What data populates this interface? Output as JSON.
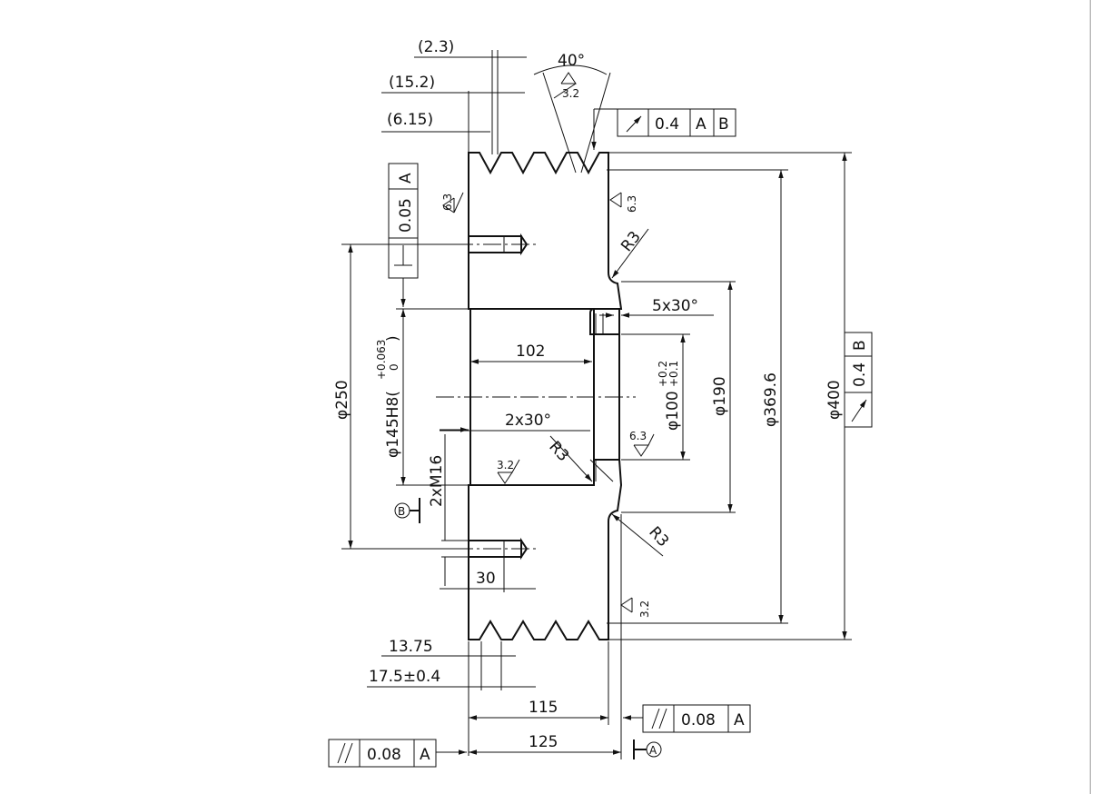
{
  "dimensions": {
    "d_2_3": "(2.3)",
    "d_15_2": "(15.2)",
    "d_6_15": "(6.15)",
    "angle_40": "40°",
    "dia_250": "φ250",
    "dia_145": "φ145H8(",
    "dia_145_tol_up": "+0.063",
    "dia_145_tol_low": "0",
    "dia_145_close": ")",
    "len_102": "102",
    "chamfer_2x30": "2x30°",
    "chamfer_5x30": "5x30°",
    "dia_100": "φ100",
    "dia_100_tol_up": "+0.2",
    "dia_100_tol_low": "+0.1",
    "dia_190": "φ190",
    "dia_369_6": "φ369.6",
    "dia_400": "φ400",
    "r3_top": "R3",
    "r3_mid": "R3",
    "r3_bottom": "R3",
    "thread_2xm16": "2xM16",
    "depth_30": "30",
    "pitch_13_75": "13.75",
    "pitch_17_5": "17.5±0.4",
    "len_115": "115",
    "len_125": "125"
  },
  "roughness": {
    "top_groove": "3.2",
    "left_face": "6.3",
    "right_face_top": "6.3",
    "bore_step": "6.3",
    "bore": "3.2",
    "right_face_bottom": "3.2"
  },
  "tolerance_frames": {
    "runout_top": {
      "value": "0.4",
      "datum1": "A",
      "datum2": "B"
    },
    "perpendicular": {
      "value": "0.05",
      "datum": "A"
    },
    "runout_right": {
      "value": "0.4",
      "datum": "B"
    },
    "parallel_right": {
      "value": "0.08",
      "datum": "A"
    },
    "parallel_left": {
      "value": "0.08",
      "datum": "A"
    }
  },
  "datums": {
    "b": "B",
    "a": "A"
  }
}
